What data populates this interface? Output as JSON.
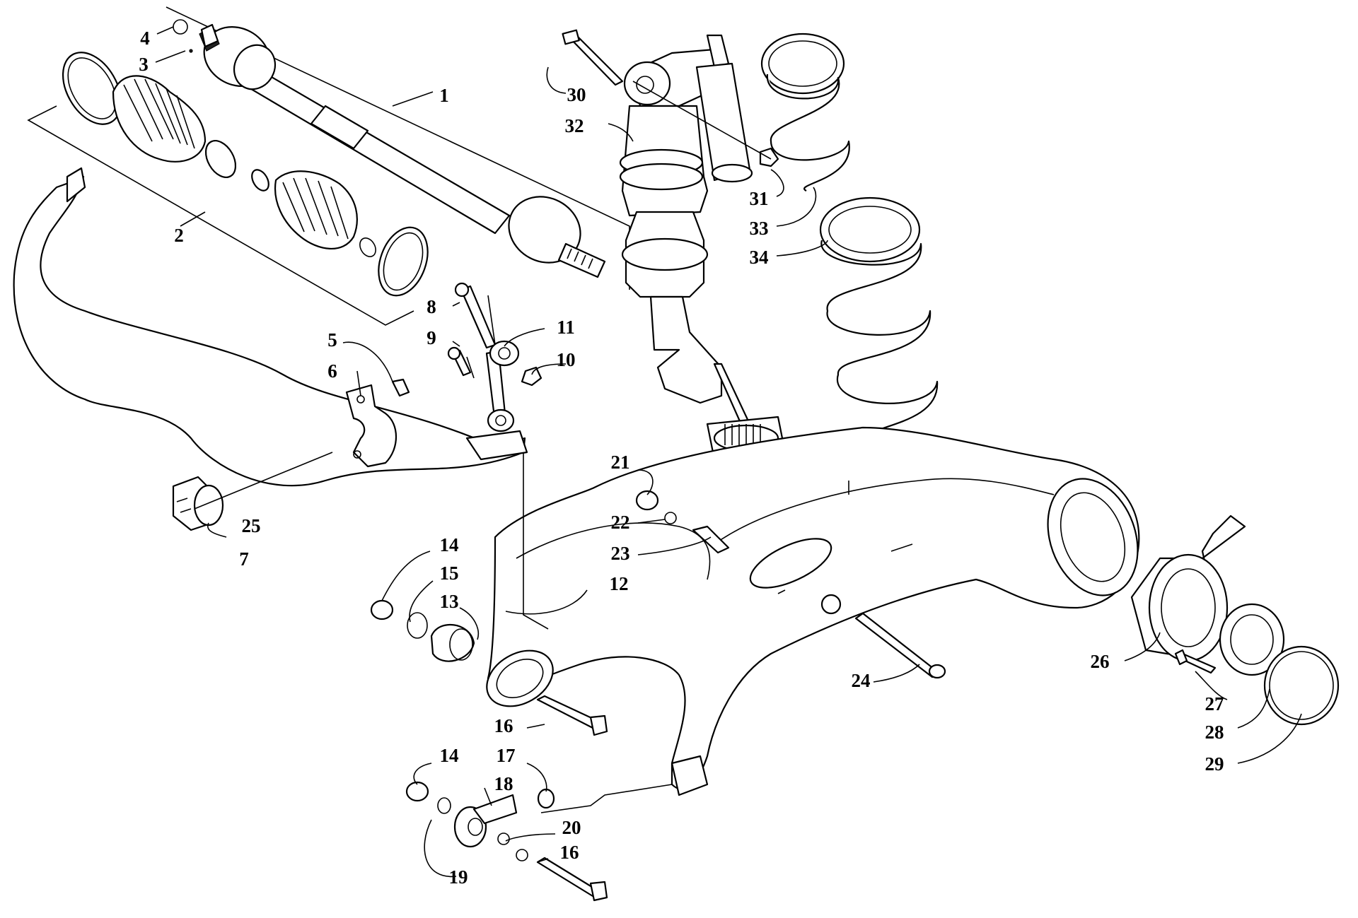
{
  "diagram": {
    "callouts": [
      {
        "id": "c1",
        "label": "1"
      },
      {
        "id": "c2",
        "label": "2"
      },
      {
        "id": "c3",
        "label": "3"
      },
      {
        "id": "c4",
        "label": "4"
      },
      {
        "id": "c5",
        "label": "5"
      },
      {
        "id": "c6",
        "label": "6"
      },
      {
        "id": "c7",
        "label": "7"
      },
      {
        "id": "c8",
        "label": "8"
      },
      {
        "id": "c9",
        "label": "9"
      },
      {
        "id": "c10",
        "label": "10"
      },
      {
        "id": "c11",
        "label": "11"
      },
      {
        "id": "c12",
        "label": "12"
      },
      {
        "id": "c13",
        "label": "13"
      },
      {
        "id": "c14a",
        "label": "14"
      },
      {
        "id": "c14b",
        "label": "14"
      },
      {
        "id": "c15",
        "label": "15"
      },
      {
        "id": "c16a",
        "label": "16"
      },
      {
        "id": "c16b",
        "label": "16"
      },
      {
        "id": "c17",
        "label": "17"
      },
      {
        "id": "c18",
        "label": "18"
      },
      {
        "id": "c19",
        "label": "19"
      },
      {
        "id": "c20",
        "label": "20"
      },
      {
        "id": "c21",
        "label": "21"
      },
      {
        "id": "c22",
        "label": "22"
      },
      {
        "id": "c23",
        "label": "23"
      },
      {
        "id": "c24",
        "label": "24"
      },
      {
        "id": "c25",
        "label": "25"
      },
      {
        "id": "c26",
        "label": "26"
      },
      {
        "id": "c27",
        "label": "27"
      },
      {
        "id": "c28",
        "label": "28"
      },
      {
        "id": "c29",
        "label": "29"
      },
      {
        "id": "c30",
        "label": "30"
      },
      {
        "id": "c31",
        "label": "31"
      },
      {
        "id": "c32",
        "label": "32"
      },
      {
        "id": "c33",
        "label": "33"
      },
      {
        "id": "c34",
        "label": "34"
      }
    ]
  }
}
